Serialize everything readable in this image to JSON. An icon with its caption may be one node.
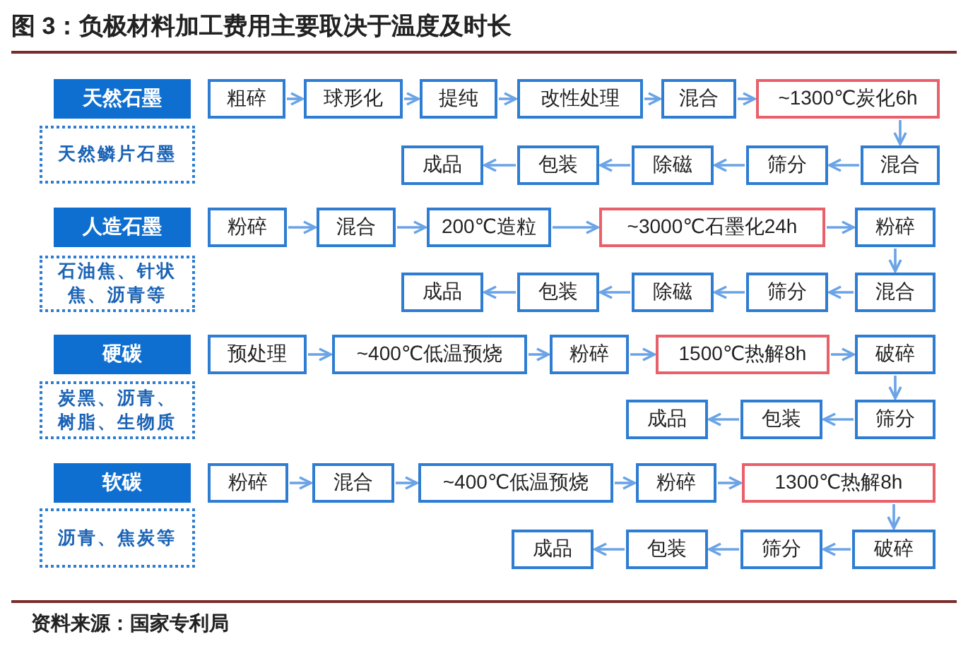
{
  "diagram": {
    "title": "图 3：负极材料加工费用主要取决于温度及时长",
    "nodes": [
      {
        "text": [
          "天然石墨"
        ]
      },
      {
        "text": [
          "天然鳞片石墨"
        ]
      },
      {
        "text": [
          "粗碎"
        ]
      },
      {
        "text": [
          "球形化"
        ]
      },
      {
        "text": [
          "提纯"
        ]
      },
      {
        "text": [
          "改性处理"
        ]
      },
      {
        "text": [
          "混合"
        ]
      },
      {
        "text": [
          "~1300℃炭化6h"
        ]
      },
      {
        "text": [
          "混合"
        ]
      },
      {
        "text": [
          "筛分"
        ]
      },
      {
        "text": [
          "除磁"
        ]
      },
      {
        "text": [
          "包装"
        ]
      },
      {
        "text": [
          "成品"
        ]
      },
      {
        "text": [
          "人造石墨"
        ]
      },
      {
        "text": [
          "石油焦、针状焦、沥青等"
        ]
      },
      {
        "text": [
          "粉碎"
        ]
      },
      {
        "text": [
          "混合"
        ]
      },
      {
        "text": [
          "200℃造粒"
        ]
      },
      {
        "text": [
          "~3000℃石墨化24h"
        ]
      },
      {
        "text": [
          "粉碎"
        ]
      },
      {
        "text": [
          "混合"
        ]
      },
      {
        "text": [
          "筛分"
        ]
      },
      {
        "text": [
          "除磁"
        ]
      },
      {
        "text": [
          "包装"
        ]
      },
      {
        "text": [
          "成品"
        ]
      },
      {
        "text": [
          "硬碳"
        ]
      },
      {
        "text": [
          "炭黑、沥青、树脂、生物质"
        ]
      },
      {
        "text": [
          "预处理"
        ]
      },
      {
        "text": [
          "~400℃低温预烧"
        ]
      },
      {
        "text": [
          "粉碎"
        ]
      },
      {
        "text": [
          "1500℃热解8h"
        ]
      },
      {
        "text": [
          "破碎"
        ]
      },
      {
        "text": [
          "筛分"
        ]
      },
      {
        "text": [
          "包装"
        ]
      },
      {
        "text": [
          "成品"
        ]
      },
      {
        "text": [
          "软碳"
        ]
      },
      {
        "text": [
          "沥青、焦炭等"
        ]
      },
      {
        "text": [
          "粉碎"
        ]
      },
      {
        "text": [
          "混合"
        ]
      },
      {
        "text": [
          "~400℃低温预烧"
        ]
      },
      {
        "text": [
          "粉碎"
        ]
      },
      {
        "text": [
          "1300℃热解8h"
        ]
      },
      {
        "text": [
          "破碎"
        ]
      },
      {
        "text": [
          "筛分"
        ]
      },
      {
        "text": [
          "包装"
        ]
      },
      {
        "text": [
          "成品"
        ]
      }
    ],
    "edges": [
      {
        "from": 2,
        "to": 3,
        "arrow": "to"
      },
      {
        "from": 3,
        "to": 4,
        "arrow": "to"
      },
      {
        "from": 4,
        "to": 5,
        "arrow": "to"
      },
      {
        "from": 5,
        "to": 6,
        "arrow": "to"
      },
      {
        "from": 6,
        "to": 7,
        "arrow": "to"
      },
      {
        "from": 7,
        "to": 8,
        "arrow": "to"
      },
      {
        "from": 8,
        "to": 9,
        "arrow": "to"
      },
      {
        "from": 9,
        "to": 10,
        "arrow": "to"
      },
      {
        "from": 10,
        "to": 11,
        "arrow": "to"
      },
      {
        "from": 11,
        "to": 12,
        "arrow": "to"
      },
      {
        "from": 15,
        "to": 16,
        "arrow": "to"
      },
      {
        "from": 16,
        "to": 17,
        "arrow": "to"
      },
      {
        "from": 17,
        "to": 18,
        "arrow": "to"
      },
      {
        "from": 18,
        "to": 19,
        "arrow": "to"
      },
      {
        "from": 19,
        "to": 20,
        "arrow": "to"
      },
      {
        "from": 20,
        "to": 21,
        "arrow": "to"
      },
      {
        "from": 21,
        "to": 22,
        "arrow": "to"
      },
      {
        "from": 22,
        "to": 23,
        "arrow": "to"
      },
      {
        "from": 23,
        "to": 24,
        "arrow": "to"
      },
      {
        "from": 27,
        "to": 28,
        "arrow": "to"
      },
      {
        "from": 28,
        "to": 29,
        "arrow": "to"
      },
      {
        "from": 29,
        "to": 30,
        "arrow": "to"
      },
      {
        "from": 30,
        "to": 31,
        "arrow": "to"
      },
      {
        "from": 31,
        "to": 32,
        "arrow": "to"
      },
      {
        "from": 32,
        "to": 33,
        "arrow": "to"
      },
      {
        "from": 33,
        "to": 34,
        "arrow": "to"
      },
      {
        "from": 37,
        "to": 38,
        "arrow": "to"
      },
      {
        "from": 38,
        "to": 39,
        "arrow": "to"
      },
      {
        "from": 39,
        "to": 40,
        "arrow": "to"
      },
      {
        "from": 40,
        "to": 41,
        "arrow": "to"
      },
      {
        "from": 41,
        "to": 42,
        "arrow": "to"
      },
      {
        "from": 42,
        "to": 43,
        "arrow": "to"
      },
      {
        "from": 43,
        "to": 44,
        "arrow": "to"
      },
      {
        "from": 44,
        "to": 45,
        "arrow": "to"
      }
    ],
    "caption": "资料来源：国家专利局"
  }
}
